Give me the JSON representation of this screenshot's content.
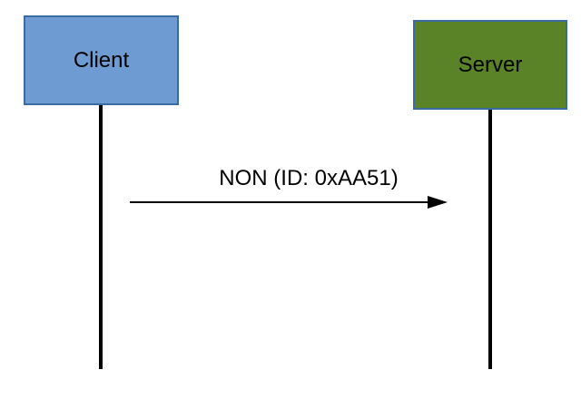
{
  "diagram": {
    "background": "#ffffff",
    "line_color": "#000000",
    "actors": [
      {
        "name": "Client",
        "fill": "#6e9cd2",
        "border": "#3a6ba3"
      },
      {
        "name": "Server",
        "fill": "#5a8327",
        "border": "#3a6ba3"
      }
    ],
    "messages": [
      {
        "label": "NON (ID: 0xAA51)",
        "from": "Client",
        "to": "Server",
        "arrow_style": "solid-filled-head"
      }
    ]
  }
}
